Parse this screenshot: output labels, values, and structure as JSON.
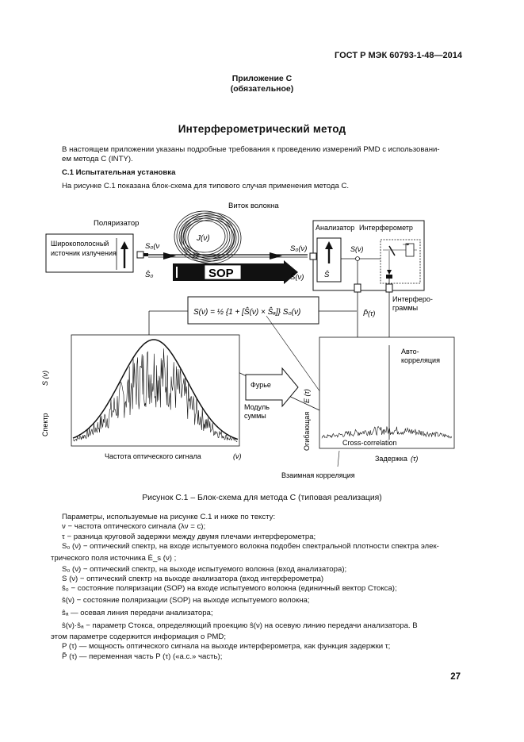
{
  "header": "ГОСТ Р МЭК 60793-1-48—2014",
  "appendix": {
    "title": "Приложение С",
    "note": "(обязательное)"
  },
  "section_title": "Интерферометрический метод",
  "intro": [
    "В настоящем приложении указаны подробные требования к проведению измерений PMD с использовани-",
    "ем метода С (INTY)."
  ],
  "subsection": "С.1 Испытательная установка",
  "subsection_text": "На рисунке С.1 показана блок-схема для типового случая применения метода С.",
  "figure": {
    "fiber_loop": "Виток волокна",
    "polarizer": "Поляризатор",
    "source_line1": "Широкополосный",
    "source_line2": "источник излучения",
    "analyzer": "Анализатор",
    "interferometer": "Интерферометр",
    "sop": "SOP",
    "j": "J(ν)",
    "s0_in": "S₀(ν",
    "s0_hat": "Ŝ₀",
    "s0_out": "S₀(ν)",
    "s_hat_v": "Ŝ(ν)",
    "s_hat_box": "Ŝ",
    "s_v": "S(ν)",
    "p_tau": "P̃(τ)",
    "interferograms_line1": "Интерферо-",
    "interferograms_line2": "граммы",
    "formula": "S(ν) = ½ {1 + [Ŝ(ν) × Ŝₐ]} S₀(ν)",
    "auto_line1": "Авто-",
    "auto_line2": "корреляция",
    "fourier": "Фурье",
    "modulus_line1": "Модуль",
    "modulus_line2": "суммы",
    "spectrum_label": "Спектр",
    "spectrum_symbol": "S (ν)",
    "envelope_label": "Огибающая",
    "envelope_symbol": "E (τ)",
    "freq_axis": "Частота оптического сигнала",
    "freq_symbol": "(ν)",
    "delay_axis": "Задержка",
    "delay_symbol": "(τ)",
    "cross_corr": "Cross-correlation",
    "mutual_corr": "Взаимная корреляция"
  },
  "caption": "Рисунок С.1 – Блок-схема для метода С (типовая реализация)",
  "params_intro": "Параметры, используемые на рисунке С.1 и ниже по тексту:",
  "params": [
    "ν − частота оптического сигнала (λν = c);",
    "τ − разница круговой задержки между двумя плечами интерферометра;",
    "S₀ (ν) − оптический спектр, на входе испытуемого волокна подобен спектральной плотности спектра элек-",
    "трического поля источника  Ė_s (ν) ;",
    "S₀ (ν) − оптический спектр, на выходе испытуемого волокна (вход анализатора);",
    "S (ν) − оптический спектр на выходе анализатора (вход интерферометра)",
    "ŝ₀  − состояние поляризации (SOP) на входе испытуемого волокна (единичный вектор Стокса);",
    "ŝ(ν)  − состояние поляризации (SOP) на выходе испытуемого волокна;",
    "ŝₐ  — осевая линия передачи анализатора;",
    "ŝ(ν)·ŝₐ  − параметр Стокса, определяющий проекцию ŝ(ν)  на осевую линию передачи анализатора. В",
    "этом параметре содержится информация о PMD;",
    "P (τ) — мощность оптического сигнала на выходе интерферометра, как функция задержки τ;",
    "P̃ (τ)  — переменная часть P (τ) («а.с.» часть);"
  ],
  "page_number": "27"
}
